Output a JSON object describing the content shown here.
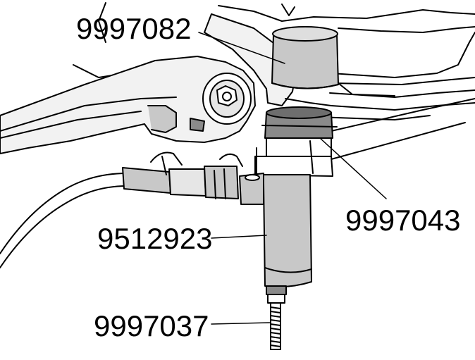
{
  "callouts": [
    {
      "id": "9997082",
      "text": "9997082"
    },
    {
      "id": "9997043",
      "text": "9997043"
    },
    {
      "id": "9512923",
      "text": "9512923"
    },
    {
      "id": "9997037",
      "text": "9997037"
    }
  ],
  "colors": {
    "line": "#000000",
    "fill_light": "#f2f2f2",
    "fill_mid": "#c8c8c8",
    "fill_dark": "#8a8a8a",
    "background": "#ffffff"
  }
}
